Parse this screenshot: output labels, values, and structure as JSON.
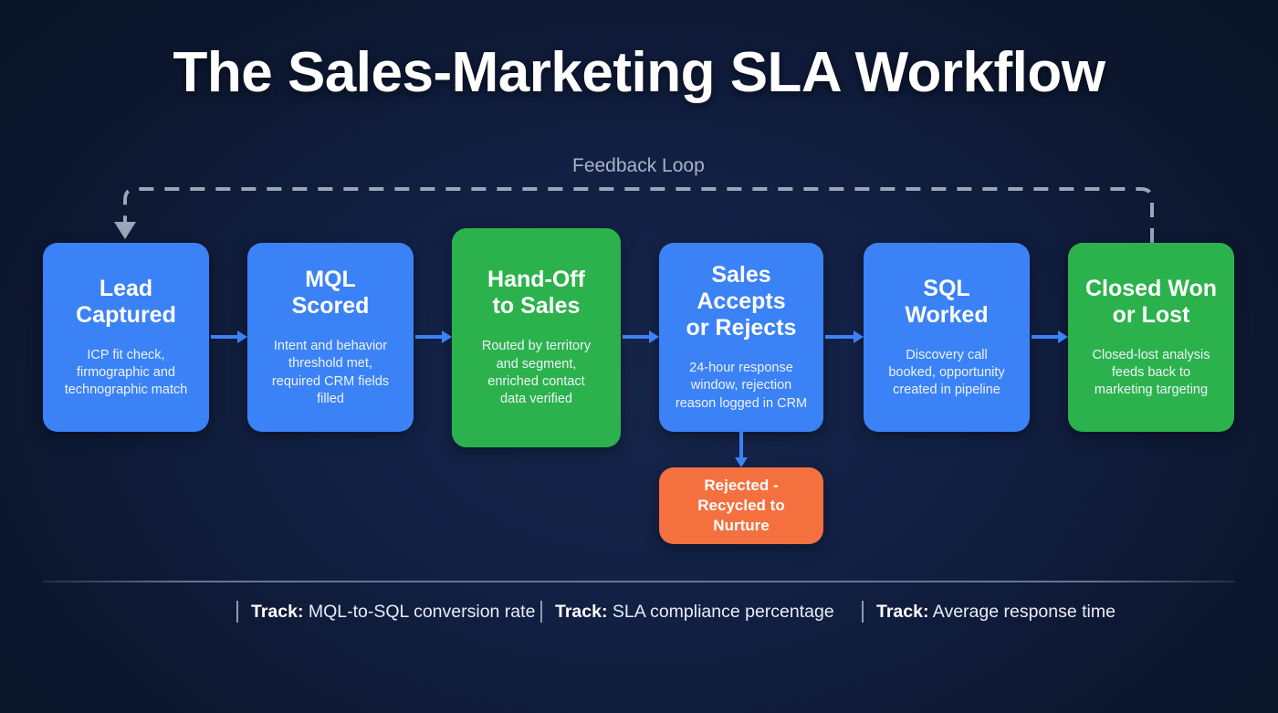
{
  "title": "The Sales-Marketing SLA Workflow",
  "feedback_loop": {
    "label": "Feedback Loop"
  },
  "colors": {
    "background_dark": "#0b1528",
    "background_center": "#16254a",
    "blue": "#3b82f6",
    "green": "#2bb24c",
    "orange": "#f4703f",
    "dashed_line": "#9aa5b8",
    "divider": "#8e9bb3"
  },
  "nodes": [
    {
      "id": "lead-captured",
      "title": "Lead\nCaptured",
      "desc": "ICP fit check,\nfirmographic and\ntechnographic match",
      "color": "blue"
    },
    {
      "id": "mql-scored",
      "title": "MQL\nScored",
      "desc": "Intent and behavior\nthreshold met,\nrequired CRM fields\nfilled",
      "color": "blue"
    },
    {
      "id": "hand-off-to-sales",
      "title": "Hand-Off\nto Sales",
      "desc": "Routed by territory\nand segment,\nenriched contact\ndata verified",
      "color": "green"
    },
    {
      "id": "sales-accepts-or-rejects",
      "title": "Sales Accepts\nor Rejects",
      "desc": "24-hour response\nwindow, rejection\nreason logged in CRM",
      "color": "blue"
    },
    {
      "id": "sql-worked",
      "title": "SQL\nWorked",
      "desc": "Discovery call\nbooked, opportunity\ncreated in pipeline",
      "color": "blue"
    },
    {
      "id": "closed-won-or-lost",
      "title": "Closed Won\nor Lost",
      "desc": "Closed-lost analysis\nfeeds back to\nmarketing targeting",
      "color": "green"
    }
  ],
  "rejected_node": {
    "id": "rejected-recycled-to-nurture",
    "title": "Rejected -\nRecycled to Nurture",
    "color": "orange"
  },
  "tracks": [
    {
      "label": "Track:",
      "value": " MQL-to-SQL conversion rate"
    },
    {
      "label": "Track:",
      "value": " SLA compliance percentage"
    },
    {
      "label": "Track:",
      "value": " Average response time"
    }
  ]
}
